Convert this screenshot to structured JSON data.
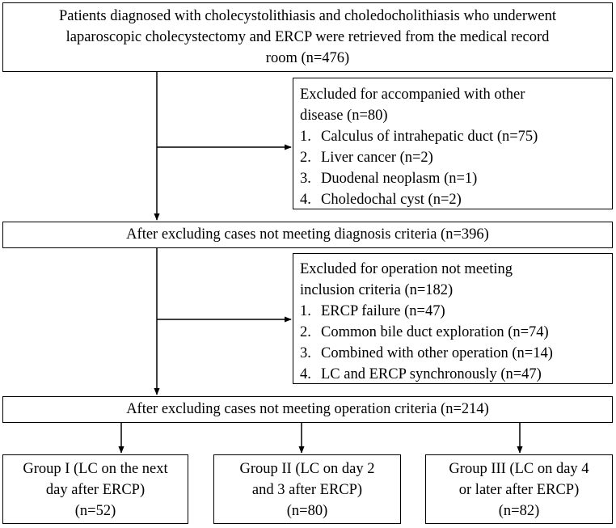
{
  "top_box": {
    "line1": "Patients diagnosed with cholecystolithiasis and choledocholithiasis who underwent",
    "line2": "laparoscopic cholecystectomy and ERCP were retrieved from the medical record",
    "line3": "room (n=476)"
  },
  "exclusion1": {
    "heading1": "Excluded for accompanied with other",
    "heading2": "disease (n=80)",
    "items": [
      {
        "num": "1.",
        "text": "Calculus of intrahepatic duct (n=75)"
      },
      {
        "num": "2.",
        "text": "Liver cancer (n=2)"
      },
      {
        "num": "3.",
        "text": "Duodenal neoplasm (n=1)"
      },
      {
        "num": "4.",
        "text": "Choledochal cyst (n=2)"
      }
    ]
  },
  "step2": {
    "text": "After excluding cases not meeting diagnosis criteria (n=396)"
  },
  "exclusion2": {
    "heading1": "Excluded for operation not meeting",
    "heading2": "inclusion criteria (n=182)",
    "items": [
      {
        "num": "1.",
        "text": "ERCP failure (n=47)"
      },
      {
        "num": "2.",
        "text": "Common bile duct exploration (n=74)"
      },
      {
        "num": "3.",
        "text": "Combined with other operation (n=14)"
      },
      {
        "num": "4.",
        "text": "LC and ERCP synchronously (n=47)"
      }
    ]
  },
  "step3": {
    "text": "After excluding cases not meeting operation criteria (n=214)"
  },
  "groups": [
    {
      "line1": "Group I (LC on the next",
      "line2": "day after ERCP)",
      "line3": "(n=52)"
    },
    {
      "line1": "Group II (LC on day 2",
      "line2": "and 3 after ERCP)",
      "line3": "(n=80)"
    },
    {
      "line1": "Group III (LC on day 4",
      "line2": "or later after ERCP)",
      "line3": "(n=82)"
    }
  ]
}
